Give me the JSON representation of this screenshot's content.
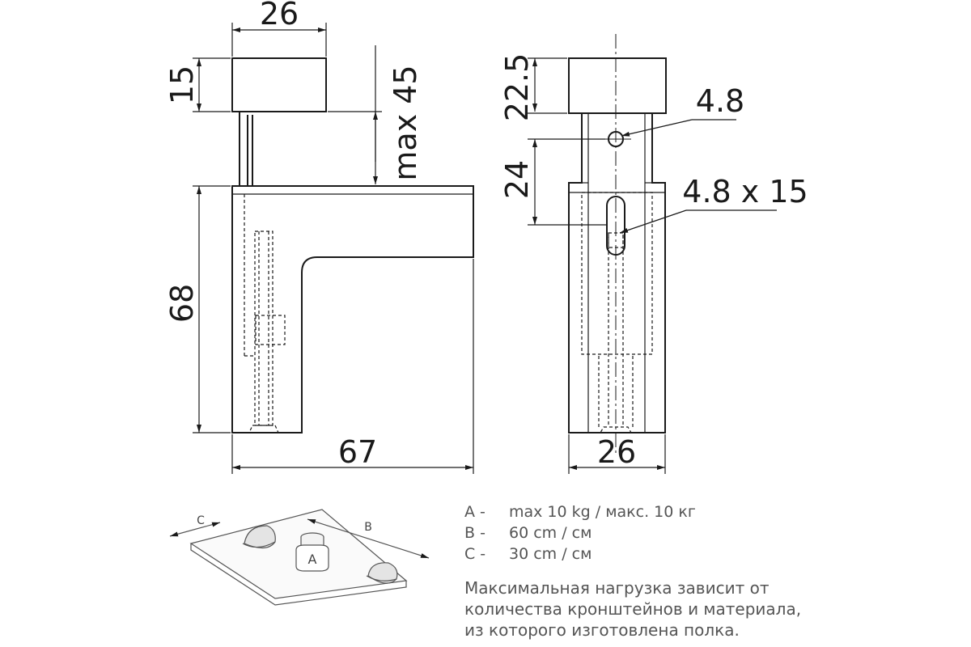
{
  "side_view": {
    "dim_width_top": "26",
    "dim_height_top": "15",
    "dim_gap": "max 45",
    "dim_height": "68",
    "dim_length": "67"
  },
  "front_view": {
    "dim_top": "22.5",
    "dim_hole": "4.8",
    "dim_spacing": "24",
    "dim_slot": "4.8 x 15",
    "dim_width": "26"
  },
  "shelf_diagram": {
    "label_a": "A",
    "label_b": "B",
    "label_c": "C"
  },
  "legend": [
    {
      "key": "A -",
      "text": "max 10 kg / макс. 10 кг"
    },
    {
      "key": "B -",
      "text": "60 cm / см"
    },
    {
      "key": "C -",
      "text": "30 cm / см"
    }
  ],
  "note": [
    "Максимальная нагрузка зависит от",
    "количества кронштейнов и материала,",
    "из которого изготовлена полка."
  ],
  "colors": {
    "line": "#1a1a1a",
    "text_gray": "#555555"
  }
}
